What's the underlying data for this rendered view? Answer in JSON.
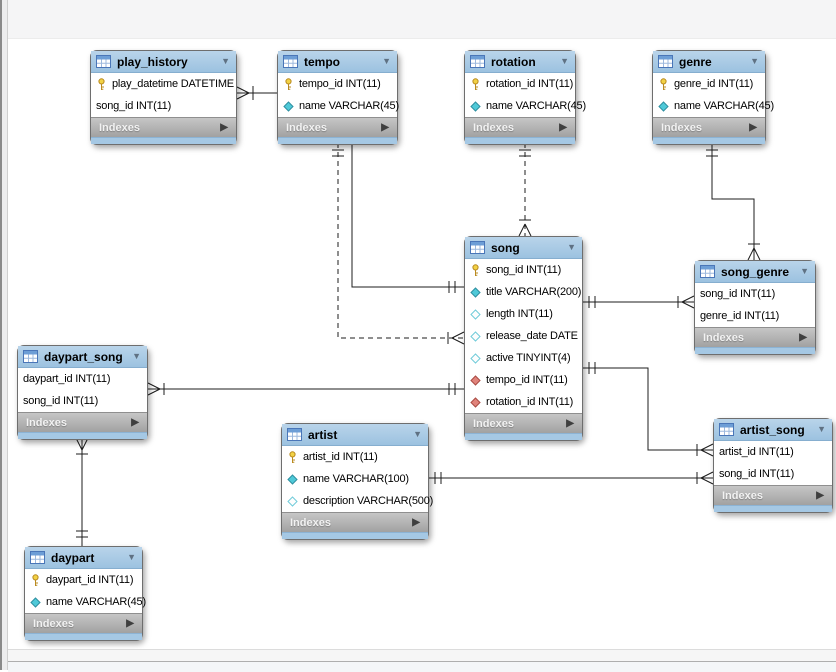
{
  "diagram": {
    "footer_label": "Indexes",
    "colors": {
      "table_header": "#a9c9e3",
      "table_footer": "#b3b3b3",
      "table_cap": "#a5c8e4",
      "relationship_line": "#1c1c1c",
      "primary_key_icon": "#f2d245",
      "not_null_attribute_icon": "#4fc9d8",
      "nullable_attribute_icon": "#ffffff",
      "foreign_key_icon": "#e0837b"
    }
  },
  "tables": [
    {
      "title": "play_history",
      "footer": "Indexes",
      "columns": [
        {
          "icon": "primary-key",
          "text": "play_datetime DATETIME"
        },
        {
          "icon": "none",
          "text": "song_id INT(11)"
        }
      ]
    },
    {
      "title": "tempo",
      "footer": "Indexes",
      "columns": [
        {
          "icon": "primary-key",
          "text": "tempo_id INT(11)"
        },
        {
          "icon": "not-null",
          "text": "name VARCHAR(45)"
        }
      ]
    },
    {
      "title": "rotation",
      "footer": "Indexes",
      "columns": [
        {
          "icon": "primary-key",
          "text": "rotation_id INT(11)"
        },
        {
          "icon": "not-null",
          "text": "name VARCHAR(45)"
        }
      ]
    },
    {
      "title": "genre",
      "footer": "Indexes",
      "columns": [
        {
          "icon": "primary-key",
          "text": "genre_id INT(11)"
        },
        {
          "icon": "not-null",
          "text": "name VARCHAR(45)"
        }
      ]
    },
    {
      "title": "song",
      "footer": "Indexes",
      "columns": [
        {
          "icon": "primary-key",
          "text": "song_id INT(11)"
        },
        {
          "icon": "not-null",
          "text": "title VARCHAR(200)"
        },
        {
          "icon": "nullable",
          "text": "length INT(11)"
        },
        {
          "icon": "nullable",
          "text": "release_date DATE"
        },
        {
          "icon": "nullable",
          "text": "active TINYINT(4)"
        },
        {
          "icon": "foreign-key",
          "text": "tempo_id INT(11)"
        },
        {
          "icon": "foreign-key",
          "text": "rotation_id INT(11)"
        }
      ]
    },
    {
      "title": "song_genre",
      "footer": "Indexes",
      "columns": [
        {
          "icon": "none",
          "text": "song_id INT(11)"
        },
        {
          "icon": "none",
          "text": "genre_id INT(11)"
        }
      ]
    },
    {
      "title": "daypart_song",
      "footer": "Indexes",
      "columns": [
        {
          "icon": "none",
          "text": "daypart_id INT(11)"
        },
        {
          "icon": "none",
          "text": "song_id INT(11)"
        }
      ]
    },
    {
      "title": "artist",
      "footer": "Indexes",
      "columns": [
        {
          "icon": "primary-key",
          "text": "artist_id INT(11)"
        },
        {
          "icon": "not-null",
          "text": "name VARCHAR(100)"
        },
        {
          "icon": "nullable",
          "text": "description VARCHAR(500)"
        }
      ]
    },
    {
      "title": "artist_song",
      "footer": "Indexes",
      "columns": [
        {
          "icon": "none",
          "text": "artist_id INT(11)"
        },
        {
          "icon": "none",
          "text": "song_id INT(11)"
        }
      ]
    },
    {
      "title": "daypart",
      "footer": "Indexes",
      "columns": [
        {
          "icon": "primary-key",
          "text": "daypart_id INT(11)"
        },
        {
          "icon": "not-null",
          "text": "name VARCHAR(45)"
        }
      ]
    }
  ],
  "relationships": [
    {
      "from": "song",
      "to": "play_history",
      "style": "solid",
      "from_cardinality": "one",
      "to_cardinality": "many"
    },
    {
      "from": "tempo",
      "to": "song",
      "style": "dashed",
      "from_cardinality": "one",
      "to_cardinality": "many"
    },
    {
      "from": "rotation",
      "to": "song",
      "style": "dashed",
      "from_cardinality": "one",
      "to_cardinality": "many"
    },
    {
      "from": "genre",
      "to": "song_genre",
      "style": "solid",
      "from_cardinality": "one",
      "to_cardinality": "many"
    },
    {
      "from": "song",
      "to": "song_genre",
      "style": "solid",
      "from_cardinality": "one",
      "to_cardinality": "many"
    },
    {
      "from": "song",
      "to": "artist_song",
      "style": "solid",
      "from_cardinality": "one",
      "to_cardinality": "many"
    },
    {
      "from": "artist",
      "to": "artist_song",
      "style": "solid",
      "from_cardinality": "one",
      "to_cardinality": "many"
    },
    {
      "from": "song",
      "to": "daypart_song",
      "style": "solid",
      "from_cardinality": "one",
      "to_cardinality": "many"
    },
    {
      "from": "daypart",
      "to": "daypart_song",
      "style": "solid",
      "from_cardinality": "one",
      "to_cardinality": "many"
    }
  ]
}
